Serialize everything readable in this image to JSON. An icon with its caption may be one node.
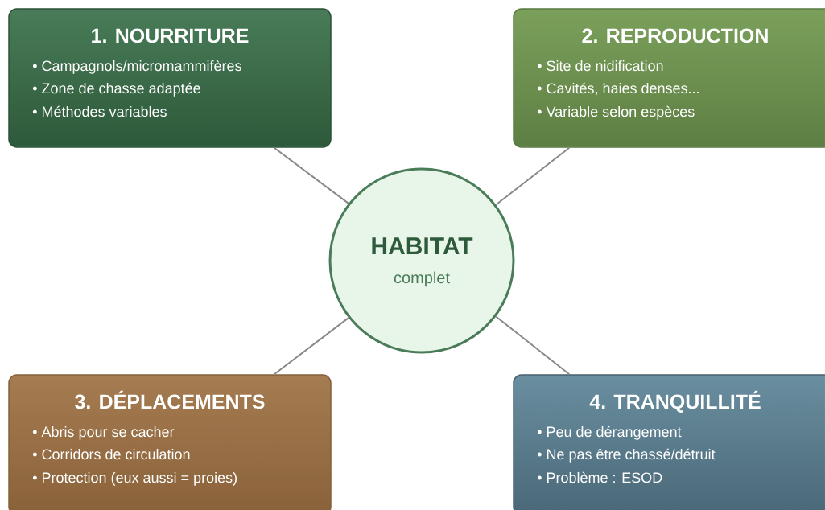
{
  "diagram": {
    "nodes": [
      {
        "text": [
          "HABITAT",
          "complet"
        ]
      },
      {
        "text": [
          "1. NOURRITURE",
          "• Campagnols/micromammifères",
          "• Zone de chasse adaptée",
          "• Méthodes variables"
        ]
      },
      {
        "text": [
          "2. REPRODUCTION",
          "• Site de nidification",
          "• Cavités, haies denses...",
          "• Variable selon espèces"
        ]
      },
      {
        "text": [
          "3. DÉPLACEMENTS",
          "• Abris pour se cacher",
          "• Corridors de circulation",
          "• Protection (eux aussi = proies)"
        ]
      },
      {
        "text": [
          "4. TRANQUILLITÉ",
          "• Peu de dérangement",
          "• Ne pas être chassé/détruit",
          "• Problème : ESOD"
        ]
      }
    ],
    "edges": [
      {
        "from": 0,
        "to": 1,
        "arrow": "none"
      },
      {
        "from": 0,
        "to": 2,
        "arrow": "none"
      },
      {
        "from": 0,
        "to": 3,
        "arrow": "none"
      },
      {
        "from": 0,
        "to": 4,
        "arrow": "none"
      }
    ]
  }
}
